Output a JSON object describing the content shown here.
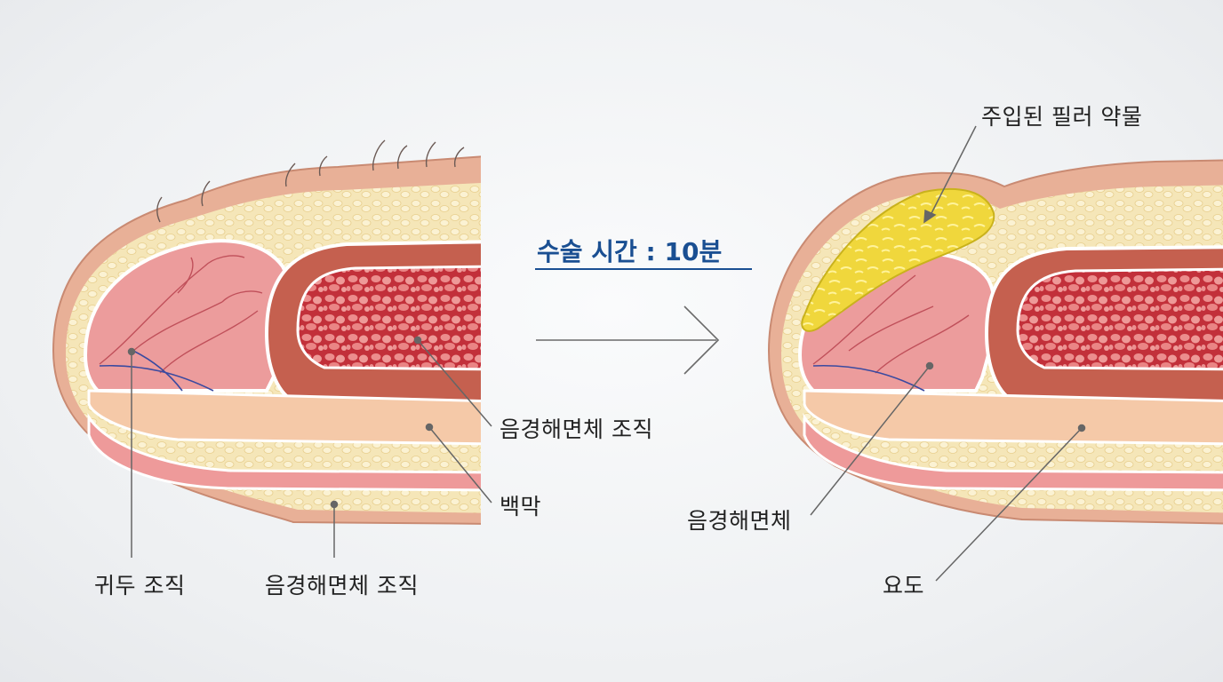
{
  "header": {
    "time_label": "수술 시간 : 10분"
  },
  "before": {
    "label_cavernosum_tissue_right": "음경해면체 조직",
    "label_tunica": "백막",
    "label_glans_tissue": "귀두 조직",
    "label_cavernosum_tissue_bottom": "음경해면체 조직"
  },
  "after": {
    "label_filler": "주입된 필러 약물",
    "label_cavernosum": "음경해면체",
    "label_urethra": "요도"
  },
  "colors": {
    "skin": "#e9b49a",
    "fat": "#f3e3b4",
    "glans": "#ec9c9c",
    "cavernosum": "#c8363c",
    "tunica": "#c2614f",
    "filler": "#f1da3b",
    "accent": "#1a4f92"
  }
}
